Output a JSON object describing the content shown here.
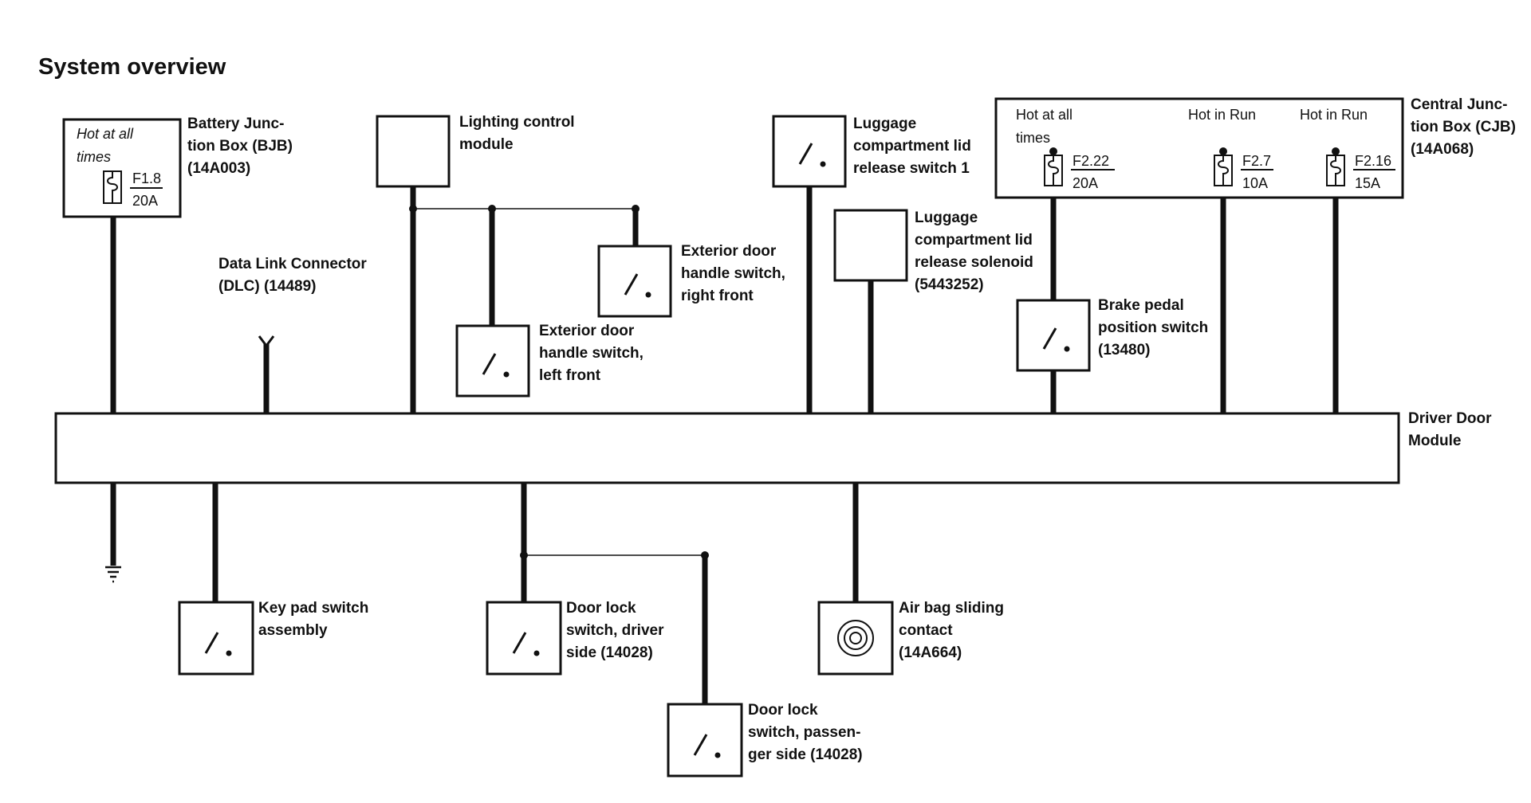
{
  "title": "System overview",
  "components": {
    "bjb": {
      "label": "Battery Junc-\ntion Box (BJB)\n(14A003)",
      "supply": "Hot at all\ntimes",
      "fuse": "F1.8",
      "amps": "20A"
    },
    "dlc": {
      "label": "Data Link Connector\n(DLC) (14489)"
    },
    "lcm": {
      "label": "Lighting control\nmodule"
    },
    "ext_left": {
      "label": "Exterior door\nhandle switch,\nleft front"
    },
    "ext_right": {
      "label": "Exterior door\nhandle switch,\nright front"
    },
    "lug_switch": {
      "label": "Luggage\ncompartment lid\nrelease switch 1"
    },
    "lug_solenoid": {
      "label": "Luggage\ncompartment lid\nrelease solenoid\n(5443252)"
    },
    "brake": {
      "label": "Brake pedal\nposition switch\n(13480)"
    },
    "cjb": {
      "label": "Central Junc-\ntion Box (CJB)\n(14A068)",
      "fuses": [
        {
          "supply": "Hot at all\ntimes",
          "fuse": "F2.22",
          "amps": "20A"
        },
        {
          "supply": "Hot in Run",
          "fuse": "F2.7",
          "amps": "10A"
        },
        {
          "supply": "Hot in Run",
          "fuse": "F2.16",
          "amps": "15A"
        }
      ]
    },
    "ddm": {
      "label": "Driver Door\nModule"
    },
    "keypad": {
      "label": "Key pad switch\nassembly"
    },
    "lock_driver": {
      "label": "Door lock\nswitch, driver\nside (14028)"
    },
    "lock_passenger": {
      "label": "Door lock\nswitch, passen-\nger side (14028)"
    },
    "airbag": {
      "label": "Air bag sliding\ncontact\n(14A664)"
    }
  }
}
